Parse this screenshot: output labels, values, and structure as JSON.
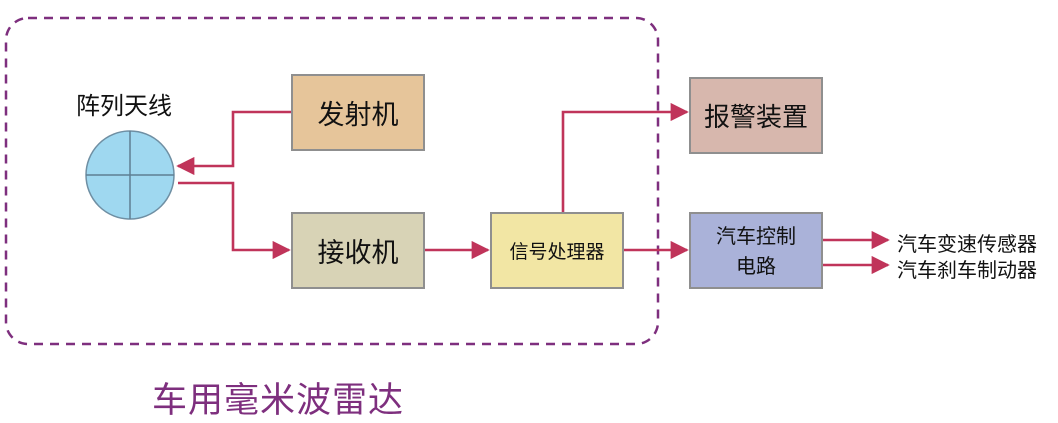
{
  "antenna": {
    "label": "阵列天线"
  },
  "blocks": {
    "transmitter": "发射机",
    "receiver": "接收机",
    "signal_processor": "信号处理器",
    "alarm": "报警装置",
    "car_control": "汽车控制电路"
  },
  "outputs": [
    "汽车变速传感器",
    "汽车刹车制动器"
  ],
  "system_title": "车用毫米波雷达",
  "colors": {
    "boundary": "#7e2f7e",
    "arrow": "#c0345a",
    "antenna_fill": "#9fd8f0",
    "transmitter_fill": "#e6c59a",
    "receiver_fill": "#d8d3b6",
    "signal_processor_fill": "#f2e6a4",
    "alarm_fill": "#d7b7ad",
    "car_control_fill": "#aab2d9"
  }
}
